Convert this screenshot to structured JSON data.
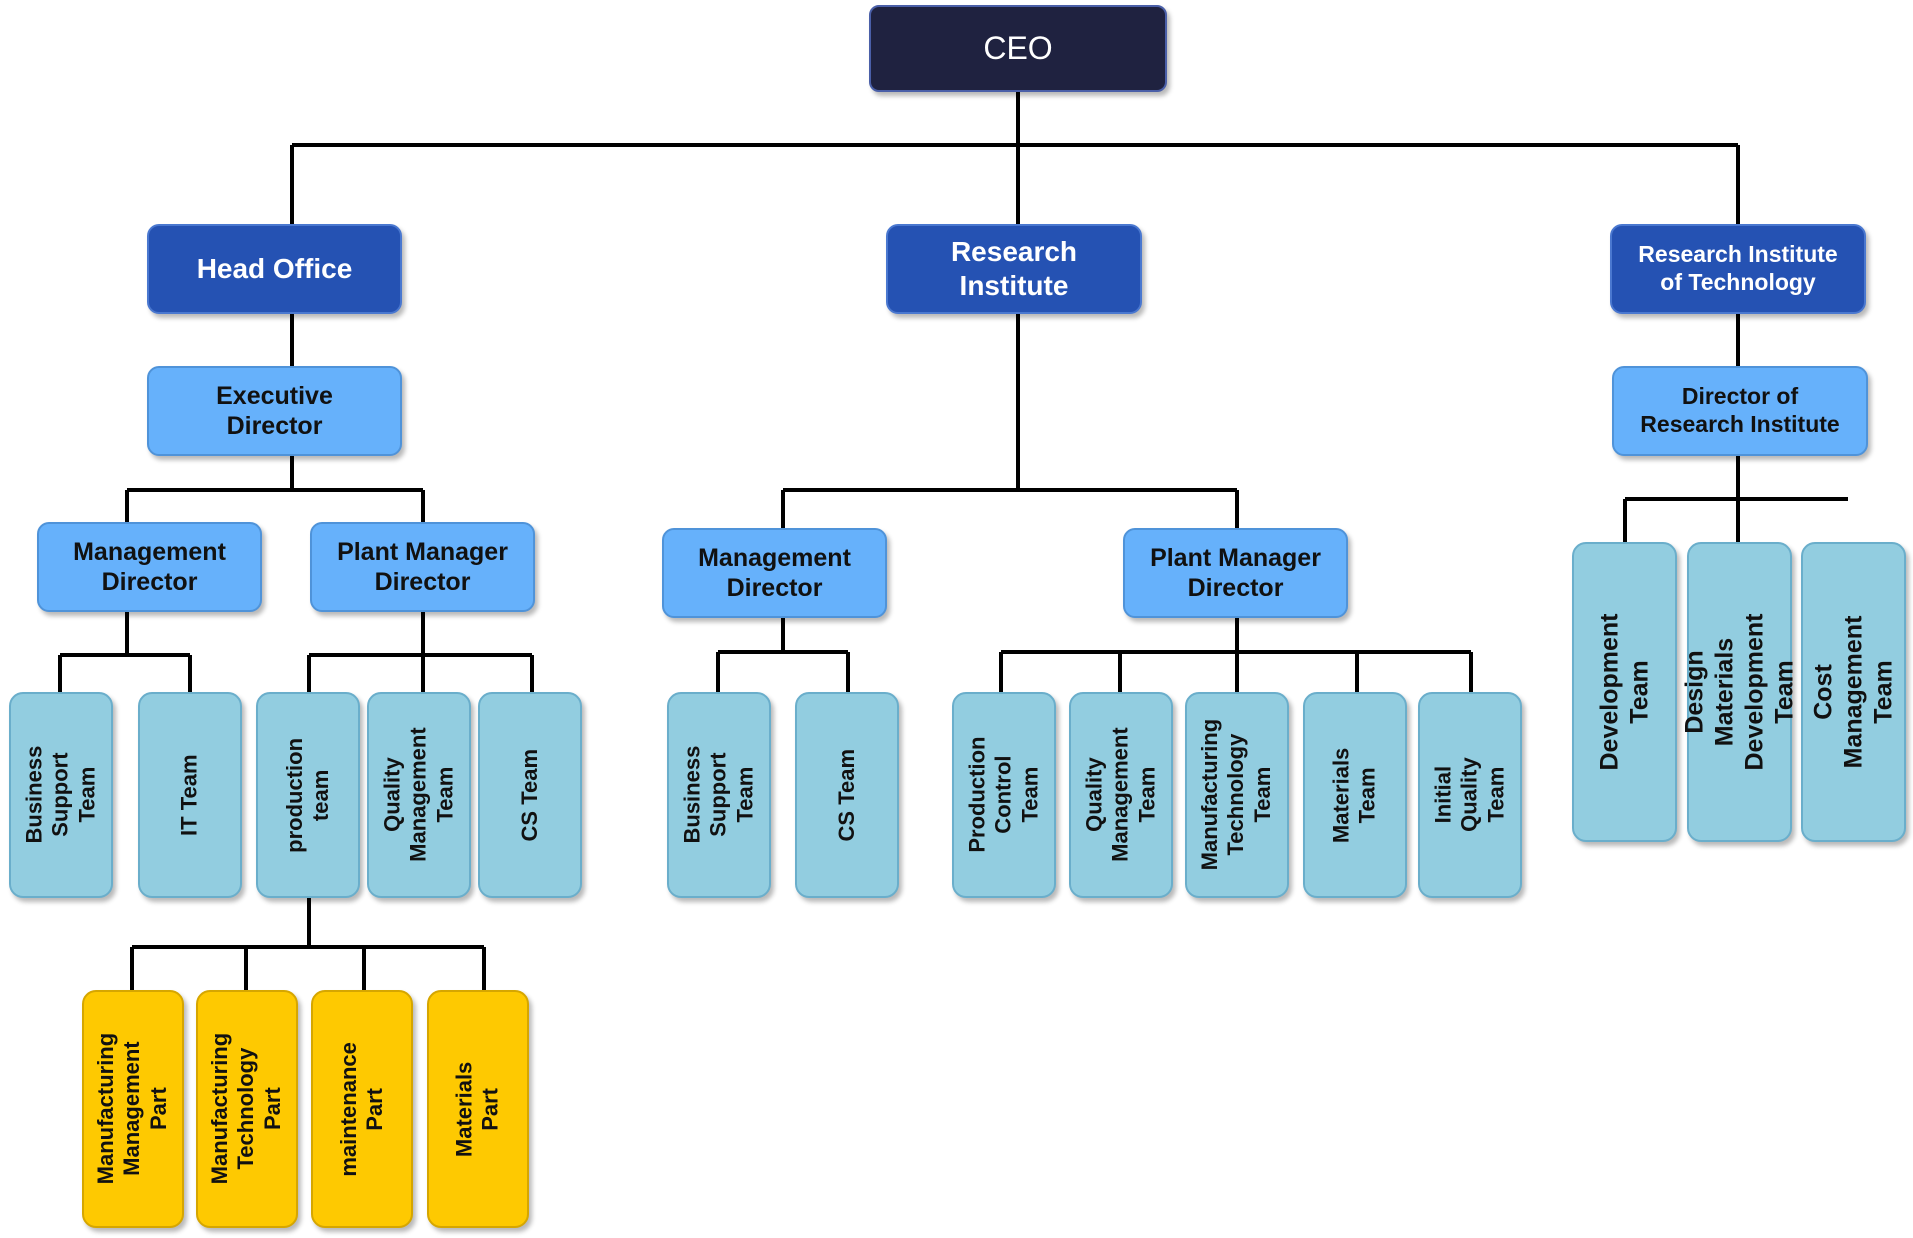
{
  "ceo": "CEO",
  "divisions": {
    "head_office": "Head Office",
    "research_institute": "Research\nInstitute",
    "research_institute_tech": "Research Institute\nof Technology"
  },
  "head_office": {
    "executive_director": "Executive\nDirector",
    "management_director": "Management\nDirector",
    "plant_manager_director": "Plant Manager\nDirector",
    "management_teams": [
      "Business\nSupport Team",
      "IT Team"
    ],
    "plant_teams": [
      "production\nteam",
      "Quality\nManagement\nTeam",
      "CS Team"
    ],
    "production_parts": [
      "Manufacturing\nManagement Part",
      "Manufacturing\nTechnology Part",
      "maintenance Part",
      "Materials Part"
    ]
  },
  "research_institute": {
    "management_director": "Management\nDirector",
    "plant_manager_director": "Plant Manager\nDirector",
    "management_teams": [
      "Business\nSupport Team",
      "CS Team"
    ],
    "plant_teams": [
      "Production\nControl Team",
      "Quality\nManagement\nTeam",
      "Manufacturing\nTechnology\nTeam",
      "Materials Team",
      "Initial Quality\nTeam"
    ]
  },
  "research_institute_tech": {
    "director": "Director of\nResearch Institute",
    "teams": [
      "Development Team",
      "Design Materials\nDevelopment Team",
      "Cost Management\nTeam"
    ]
  },
  "colors": {
    "ceo": "#1f2240",
    "division": "#2552b3",
    "director": "#66b1fb",
    "team": "#92cde0",
    "part": "#fec901",
    "connector": "#000000"
  }
}
